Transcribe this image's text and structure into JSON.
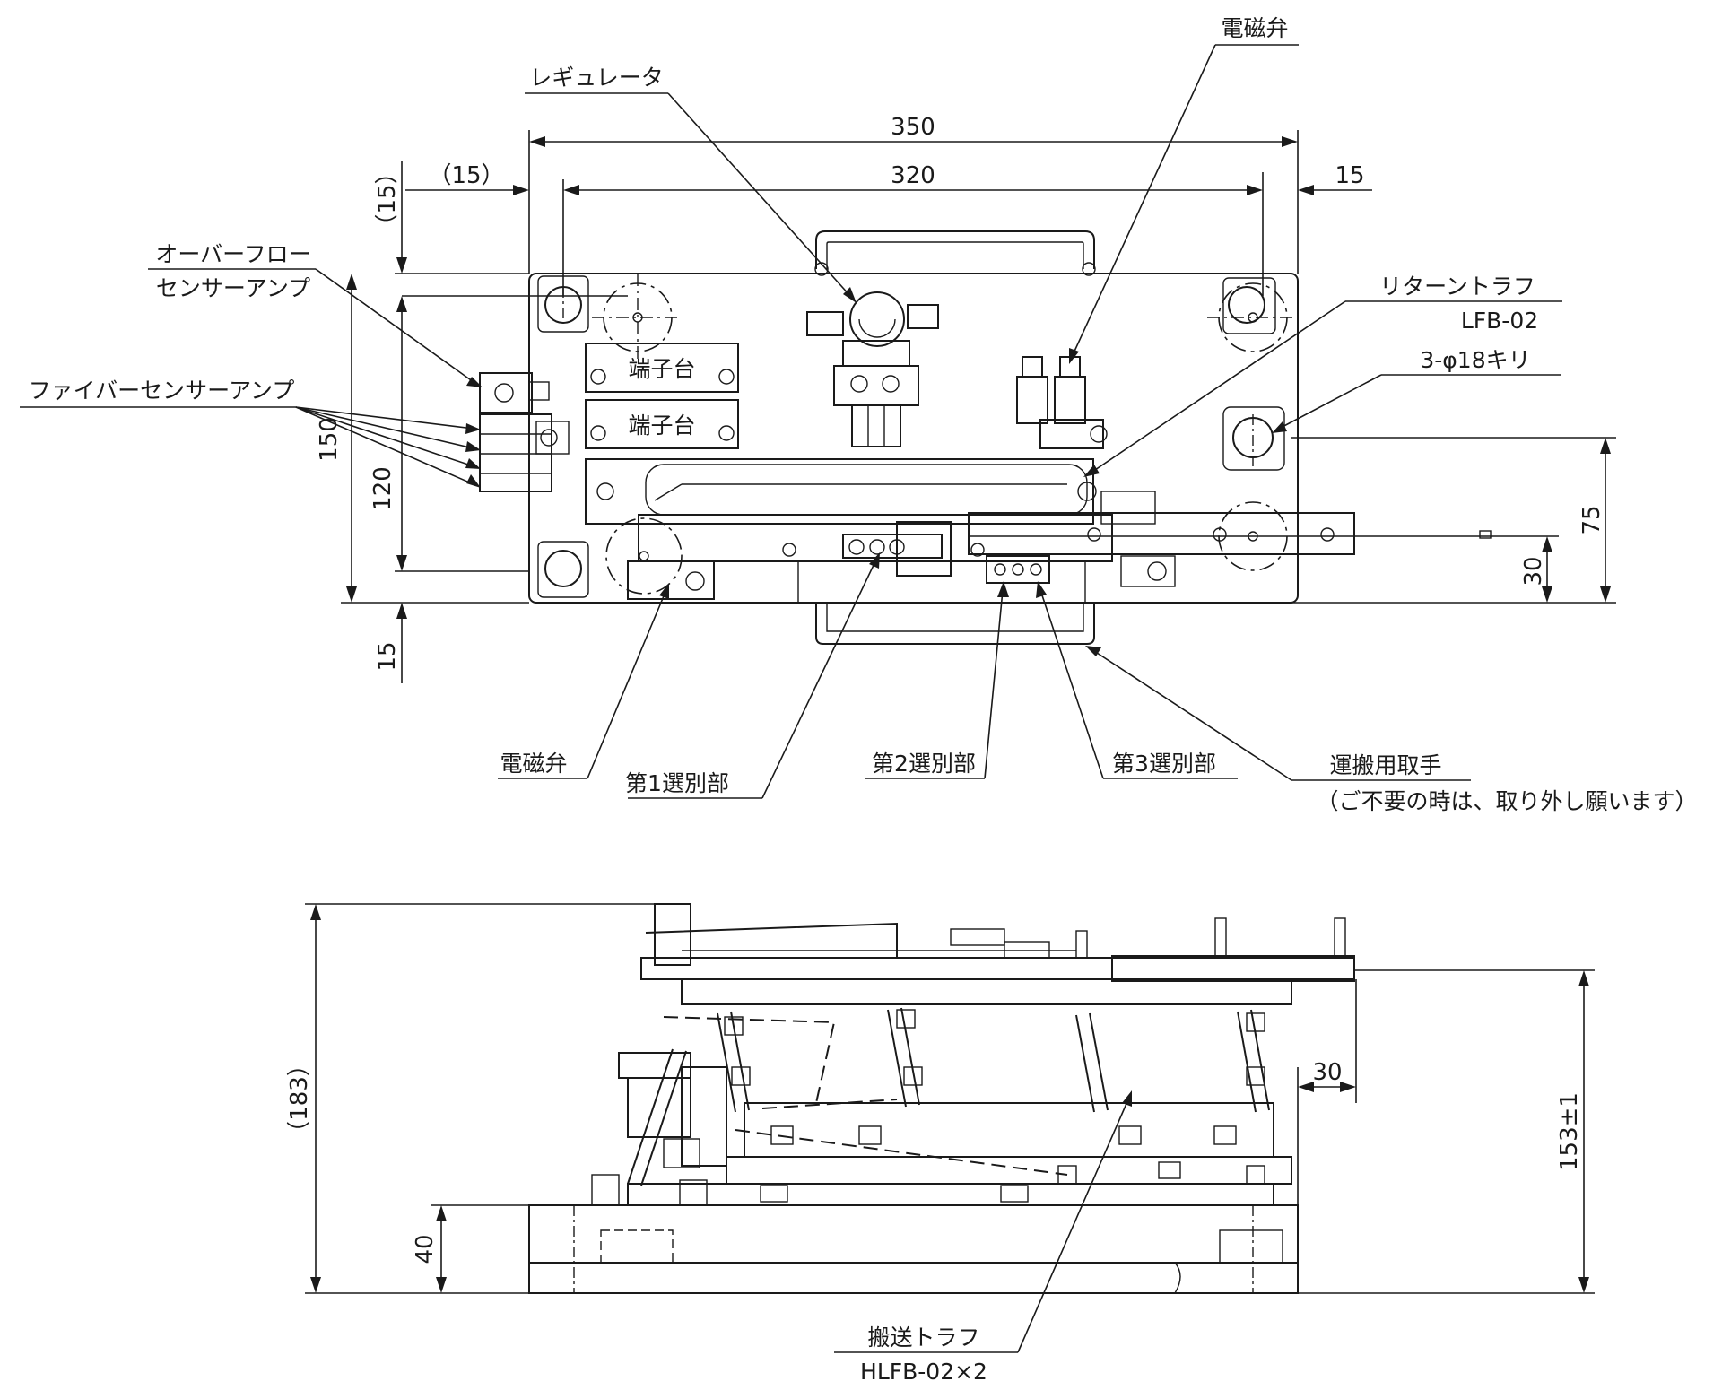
{
  "colors": {
    "line": "#1a1a1a",
    "background": "#ffffff"
  },
  "plan_view": {
    "labels": {
      "solenoid_top": "電磁弁",
      "regulator": "レギュレータ",
      "overflow_sensor": [
        "オーバーフロー",
        "センサーアンプ"
      ],
      "fiber_sensor": "ファイバーセンサーアンプ",
      "return_trough": [
        "リターントラフ",
        "LFB-02"
      ],
      "holes": "3-φ18キリ",
      "terminal_block_1": "端子台",
      "terminal_block_2": "端子台",
      "solenoid_bottom": "電磁弁",
      "sort_1": "第1選別部",
      "sort_2": "第2選別部",
      "sort_3": "第3選別部",
      "handle": [
        "運搬用取手",
        "（ご不要の時は、取り外し願います）"
      ]
    },
    "dimensions": {
      "width_total": "350",
      "width_inner": "320",
      "left_offset": "（15）",
      "right_offset": "15",
      "top_offset": "（15）",
      "height_total": "150",
      "height_inner": "120",
      "bottom_offset": "15",
      "right_75": "75",
      "right_30": "30"
    }
  },
  "side_view": {
    "labels": {
      "trough": [
        "搬送トラフ",
        "HLFB-02×2"
      ]
    },
    "dimensions": {
      "height_total": "（183）",
      "base": "40",
      "overhang": "30",
      "height_153": "153±1"
    }
  }
}
